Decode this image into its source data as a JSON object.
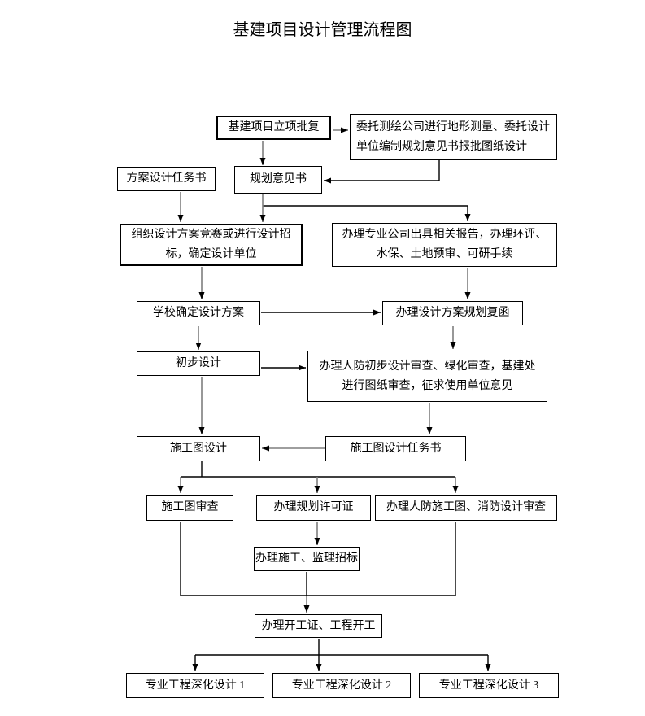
{
  "title": "基建项目设计管理流程图",
  "nodes": {
    "approval": "基建项目立项批复",
    "survey_line1": "委托测绘公司进行地形测量、委托设计",
    "survey_line2": "单位编制规划意见书报批图纸设计",
    "design_task": "方案设计任务书",
    "planning_opinion": "规划意见书",
    "competition_line1": "组织设计方案竞赛或进行设计招",
    "competition_line2": "标，确定设计单位",
    "reports_line1": "办理专业公司出具相关报告，办理环评、",
    "reports_line2": "水保、土地预审、可研手续",
    "school_confirm": "学校确定设计方案",
    "planning_reply": "办理设计方案规划复函",
    "preliminary_design": "初步设计",
    "civil_defense_prelim_line1": "办理人防初步设计审查、绿化审查，基建处",
    "civil_defense_prelim_line2": "进行图纸审查，征求使用单位意见",
    "drawing_design": "施工图设计",
    "drawing_task": "施工图设计任务书",
    "drawing_review": "施工图审查",
    "planning_permit": "办理规划许可证",
    "civil_defense_fire": "办理人防施工图、消防设计审查",
    "bidding": "办理施工、监理招标",
    "start_permit": "办理开工证、工程开工",
    "deepening1": "专业工程深化设计 1",
    "deepening2": "专业工程深化设计 2",
    "deepening3": "专业工程深化设计 3"
  },
  "colors": {
    "line_black": "#000000",
    "line_gray": "#7f7f7f",
    "box_border": "#000000",
    "background": "#ffffff"
  }
}
